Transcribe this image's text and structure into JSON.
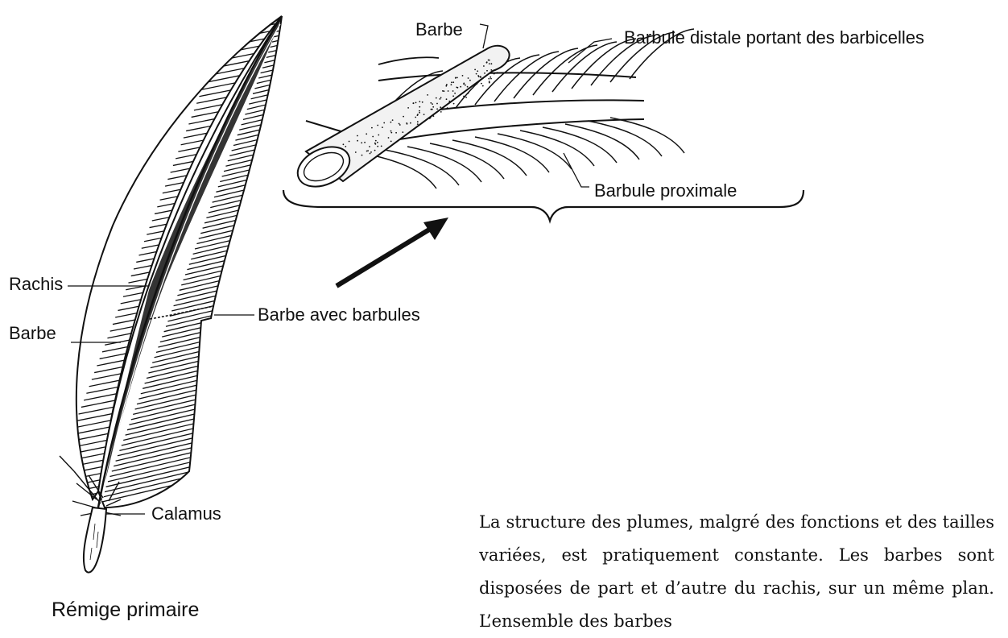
{
  "feather": {
    "caption": "Rémige primaire",
    "labels": {
      "rachis": "Rachis",
      "barbe": "Barbe",
      "barbe_avec_barbules": "Barbe avec barbules",
      "calamus": "Calamus"
    }
  },
  "detail": {
    "labels": {
      "barbe": "Barbe",
      "barbule_distale": "Barbule distale portant des barbicelles",
      "barbule_proximale": "Barbule proximale"
    }
  },
  "description": {
    "text": "La structure des plumes, malgré des fonctions et des tailles variées, est pratiquement constante. Les barbes sont disposées de part et d’autre du rachis, sur un même plan. L’ensemble des barbes"
  }
}
